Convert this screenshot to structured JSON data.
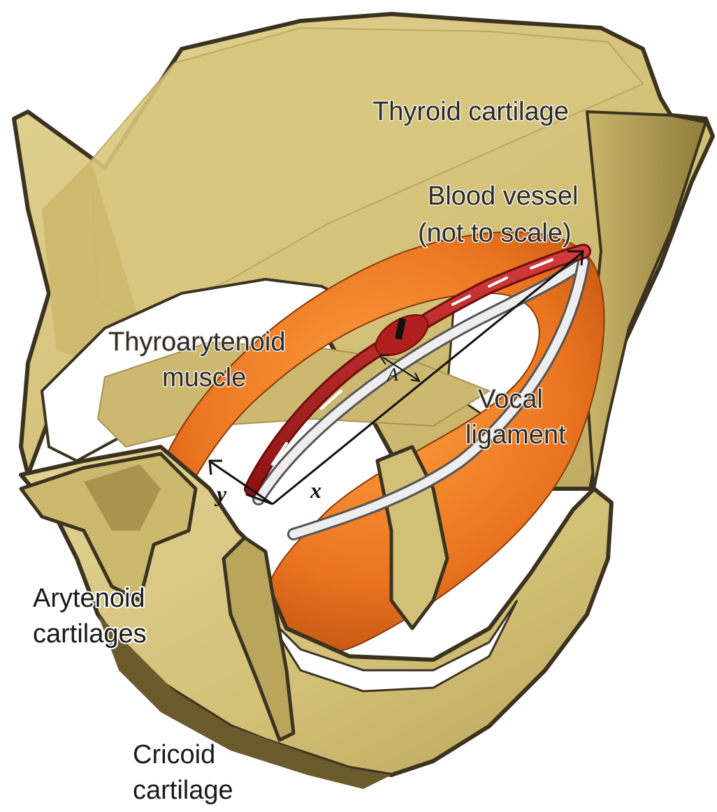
{
  "labels": {
    "thyroid": "Thyroid cartilage",
    "vessel_line1": "Blood vessel",
    "vessel_line2": "(not to scale)",
    "ta_line1": "Thyroarytenoid",
    "ta_line2": "muscle",
    "vocal_line1": "Vocal",
    "vocal_line2": "ligament",
    "arytenoid_line1": "Arytenoid",
    "arytenoid_line2": "cartilages",
    "cricoid_line1": "Cricoid",
    "cricoid_line2": "cartilage",
    "axis_x": "x",
    "axis_y": "y",
    "amplitude": "A"
  },
  "colors": {
    "cartilage": "#d8c77e",
    "cartilage_dark": "#3b3320",
    "muscle": "#e8701a",
    "vessel": "#b01e1e",
    "ligament": "#e6e6e6"
  }
}
